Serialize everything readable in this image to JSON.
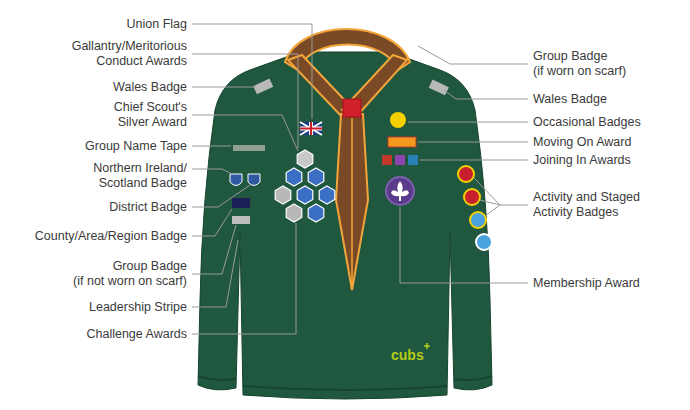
{
  "diagram": {
    "labels": [
      "Union Flag",
      "Gallantry/Meritorious Conduct Awards",
      "Wales Badge",
      "Chief Scout's Silver Award",
      "Group Name Tape",
      "Northern Ireland/ Scotland Badge",
      "District Badge",
      "County/Area/Region Badge",
      "Group Badge (if not worn on scarf)",
      "Leadership Stripe",
      "Challenge Awards",
      "Group Badge (if worn on scarf)",
      "Wales Badge",
      "Occasional Badges",
      "Moving On Award",
      "Joining In Awards",
      "Activity and Staged Activity Badges",
      "Membership Award",
      "cubs"
    ]
  }
}
